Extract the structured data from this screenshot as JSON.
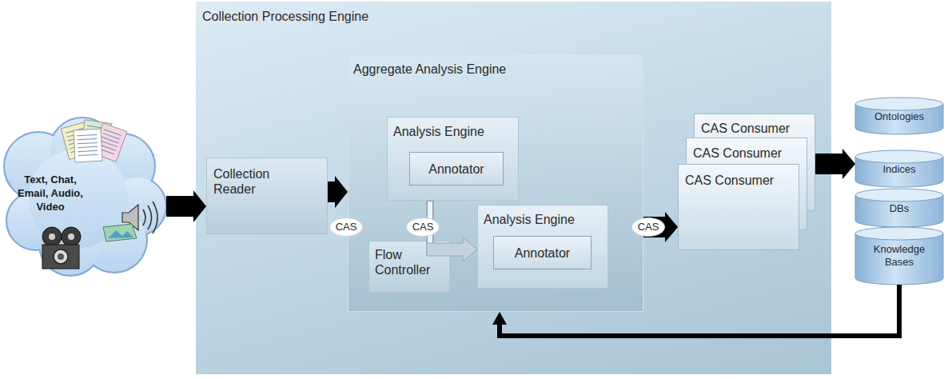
{
  "diagram": {
    "nodes": [
      {
        "text": [
          "Text, Chat, Email, Audio, Video"
        ]
      },
      {
        "text": [
          "Collection Processing Engine"
        ]
      },
      {
        "text": [
          "Collection Reader"
        ],
        "in": 1
      },
      {
        "text": [
          "Aggregate Analysis Engine"
        ],
        "in": 1
      },
      {
        "text": [
          "Analysis Engine"
        ],
        "in": 3
      },
      {
        "text": [
          "Annotator"
        ],
        "in": 4
      },
      {
        "text": [
          "Analysis Engine"
        ],
        "in": 3
      },
      {
        "text": [
          "Annotator"
        ],
        "in": 6
      },
      {
        "text": [
          "Flow Controller"
        ],
        "in": 3
      },
      {
        "text": [
          "CAS Consumer"
        ],
        "in": 1
      },
      {
        "text": [
          "CAS Consumer"
        ],
        "in": 1
      },
      {
        "text": [
          "CAS Consumer"
        ],
        "in": 1
      },
      {
        "text": [
          "Ontologies"
        ]
      },
      {
        "text": [
          "Indices"
        ]
      },
      {
        "text": [
          "DBs"
        ]
      },
      {
        "text": [
          "Knowledge Bases"
        ]
      }
    ],
    "edges": [
      {
        "from": 0,
        "to": 2,
        "arrow": "to"
      },
      {
        "from": 2,
        "to": 3,
        "label": "CAS",
        "arrow": "to"
      },
      {
        "from": 4,
        "to": 6,
        "label": "CAS",
        "arrow": "to"
      },
      {
        "from": 3,
        "to": 11,
        "label": "CAS",
        "arrow": "to"
      },
      {
        "from": 9,
        "to": 13,
        "arrow": "to"
      },
      {
        "from": 15,
        "to": 3,
        "arrow": "to"
      }
    ]
  }
}
